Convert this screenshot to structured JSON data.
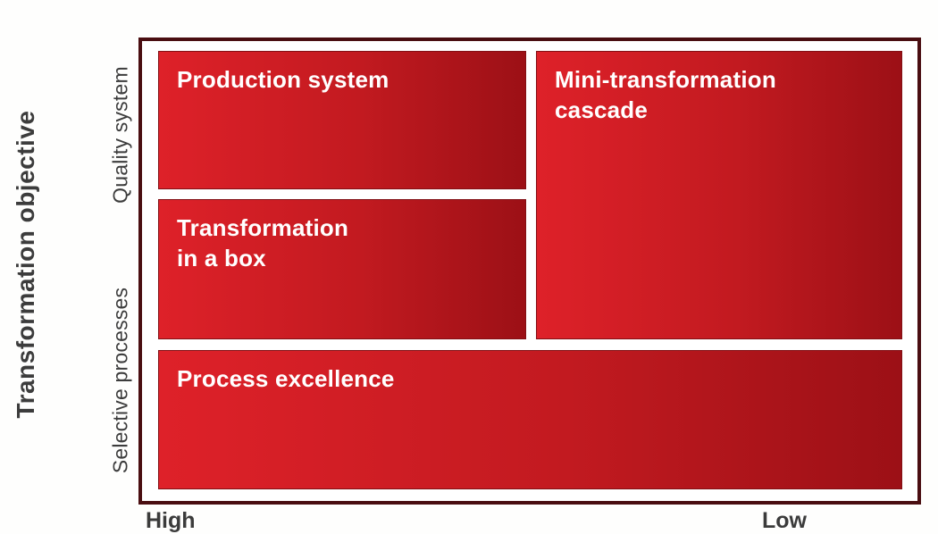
{
  "diagram": {
    "y_axis": {
      "title": "Transformation objective",
      "categories": [
        {
          "id": "quality-system",
          "label": "Quality system"
        },
        {
          "id": "selective-processes",
          "label": "Selective processes"
        }
      ]
    },
    "x_axis": {
      "left_label": "High",
      "right_label": "Low"
    },
    "boxes": [
      {
        "id": "production-system",
        "label": "Production system"
      },
      {
        "id": "mini-transformation-cascade",
        "label": "Mini-transformation\ncascade"
      },
      {
        "id": "transformation-in-a-box",
        "label": "Transformation\nin a box"
      },
      {
        "id": "process-excellence",
        "label": "Process excellence"
      }
    ],
    "colors": {
      "box_gradient_start": "#de2129",
      "box_gradient_end": "#9c1016",
      "frame_border": "#4a0e11",
      "box_border": "#821015",
      "box_label_text": "#ffffff",
      "axis_text": "#3c3c3c"
    }
  }
}
